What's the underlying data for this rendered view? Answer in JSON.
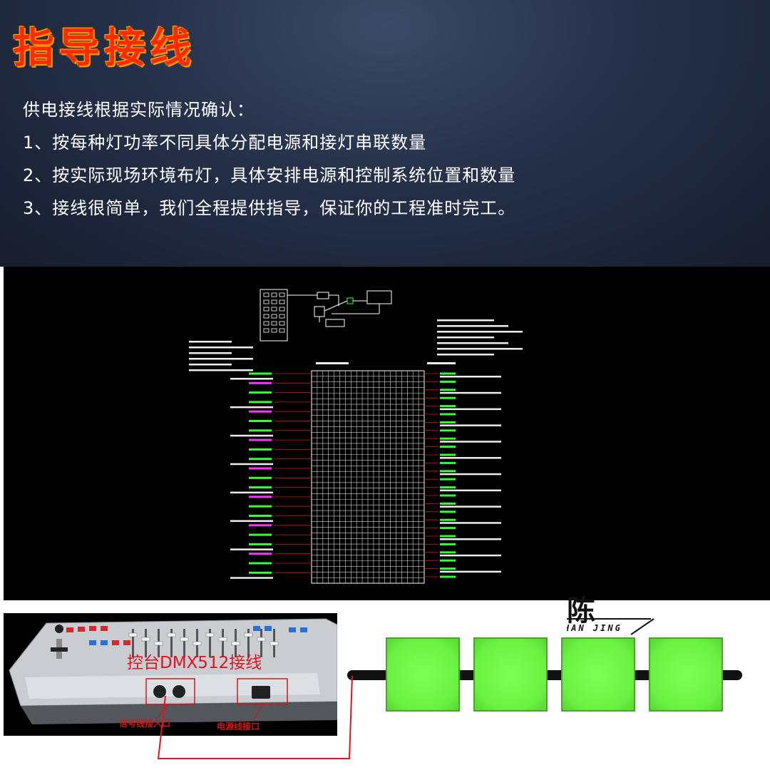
{
  "header": {
    "title": "指导接线",
    "lines": [
      "供电接线根据实际情况确认：",
      "1、按每种灯功率不同具体分配电源和接灯串联数量",
      "2、按实际现场环境布灯，具体安排电源和控制系统位置和数量",
      "3、接线很简单，我们全程提供指导，保证你的工程准时完工。"
    ]
  },
  "console": {
    "dmx_label": "控台DMX512接线",
    "signal_port_label": "信号线接入口",
    "power_port_label": "电源线接口"
  },
  "brand": {
    "cn": "陈 工",
    "en": "HAN JING"
  },
  "colors": {
    "title_red": "#ff2a00",
    "wire_red": "#e0141e",
    "cad_green": "#33ff33",
    "cad_magenta": "#ff33ff",
    "tile_green": "#6cf242"
  }
}
